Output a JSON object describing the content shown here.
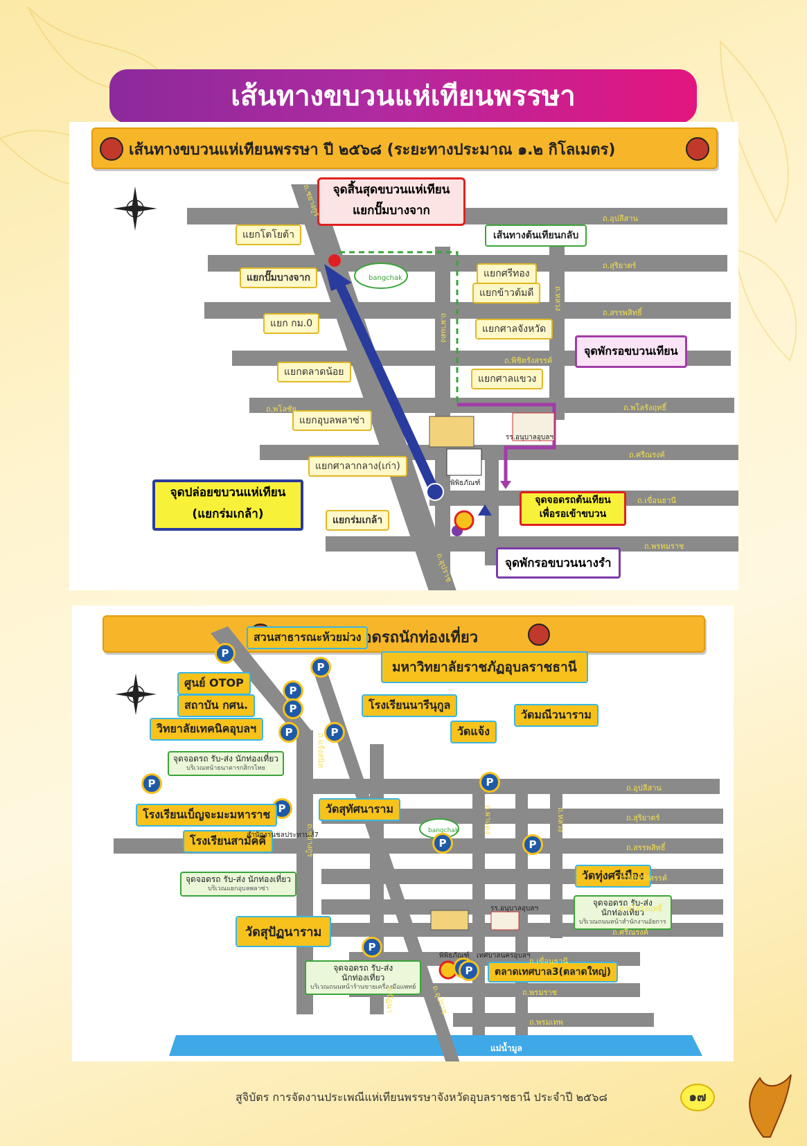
{
  "banner_title": "เส้นทางขบวนแห่เทียนพรรษา",
  "map1": {
    "title": "เส้นทางขบวนแห่เทียนพรรษา ปี ๒๕๖๘ (ระยะทางประมาณ ๑.๒ กิโลเมตร)",
    "end_point": {
      "line1": "จุดสิ้นสุดขบวนแห่เทียน",
      "line2": "แยกปั๊มบางจาก"
    },
    "return_route": "เส้นทางต้นเทียนกลับ",
    "rest_point": "จุดพักรอขบวนเทียน",
    "start_point": {
      "line1": "จุดปล่อยขบวนแห่เทียน",
      "line2": "(แยกร่มเกล้า)"
    },
    "parking_point": {
      "line1": "จุดจอดรถต้นเทียน",
      "line2": "เพื่อรอเข้าขบวน"
    },
    "dancer_rest": "จุดพักรอขบวนนางรำ",
    "junctions": [
      "แยกโตโยต้า",
      "แยกปั๊มบางจาก",
      "แยก กม.0",
      "แยกตลาดน้อย",
      "แยกอุบลพลาซ่า",
      "แยกศาลากลาง(เก่า)",
      "แยกร่มเกล้า",
      "แยกศรีทอง",
      "แยกข้าวต้มดี",
      "แยกศาลจังหวัด",
      "แยกศาลแขวง"
    ],
    "roads": [
      "ถ.อุปลีสาน",
      "ถ.สุริยาตร์",
      "ถ.สรรพสิทธิ์",
      "ถ.พิชิตรังสรรค์",
      "ถ.พโลรังฤทธิ์",
      "ถ.ศรีณรงค์",
      "ถ.เขื่อนธานี",
      "ถ.พรหมราช",
      "ถ.พโลชัย",
      "ถ.ชยางกูร",
      "ถ.ผาแดง",
      "ถ.หลวง",
      "ถ.อุปราช"
    ],
    "places": [
      "bangchak",
      "รร.อนุบาลอุบลฯ",
      "พิพิธภัณฑ์"
    ]
  },
  "map2": {
    "title": "จุดบริการจอดรถนักท่องเที่ยว",
    "parking_labels": [
      "สวนสาธารณะห้วยม่วง",
      "มหาวิทยาลัยราชภัฏอุบลราชธานี",
      "ศูนย์ OTOP",
      "สถาบัน กศน.",
      "วิทยาลัยเทคนิคอุบลฯ",
      "โรงเรียนนารีนุกูล",
      "วัดแจ้ง",
      "วัดมณีวนาราม",
      "โรงเรียนเบ็ญจะมะมหาราช",
      "วัดสุทัศนาราม",
      "โรงเรียนสามัคคี",
      "วัดทุ่งศรีเมือง",
      "วัดสุปัฏนาราม",
      "ตลาดเทศบาล3(ตลาดใหญ่)"
    ],
    "dropoff": [
      {
        "line1": "จุดจอดรถ รับ-ส่ง นักท่องเที่ยว",
        "sub": "บริเวณหน้าธนาคารกสิกรไทย"
      },
      {
        "line1": "จุดจอดรถ รับ-ส่ง นักท่องเที่ยว",
        "sub": "บริเวณแยกอุบลพลาซ่า"
      },
      {
        "line1": "จุดจอดรถ รับ-ส่ง",
        "line2": "นักท่องเที่ยว",
        "sub": "บริเวณถนนหน้าสำนักงานอัยการ"
      },
      {
        "line1": "จุดจอดรถ รับ-ส่ง",
        "line2": "นักท่องเที่ยว",
        "sub": "บริเวณถนนหน้าร้านขายเครื่องมือแพทย์"
      }
    ],
    "places": [
      "สำนักงานชลประทานที่7",
      "bangchak",
      "พิพิธภัณฑ์",
      "เทศบาลนครอุบลฯ",
      "รร.อนุบาลอุบลฯ"
    ],
    "roads": [
      "ถ.อุปลีสาน",
      "ถ.สุริยาตร์",
      "ถ.สรรพสิทธิ์",
      "ถ.พิชิตรังสรรค์",
      "ถ.พโลรังฤทธิ์",
      "ถ.ศรีณรงค์",
      "ถ.เขื่อนธานี",
      "ถ.พรมราช",
      "ถ.พรมเทพ",
      "ถ.แจ้งสนิท",
      "ถ.ชยางกูร",
      "ถ.ผาแดง",
      "ถ.หลวง",
      "ถ.อุปราช",
      "ถ.ปัฏนา"
    ],
    "river": "แม่น้ำมูล"
  },
  "footer": "สูจิบัตร การจัดงานประเพณีแห่เทียนพรรษาจังหวัดอุบลราชธานี ประจำปี ๒๕๖๘",
  "page_number": "๑๗",
  "colors": {
    "banner_start": "#8b2a9b",
    "banner_end": "#e4157f",
    "header": "#f7b52a",
    "route": "#2a3b9e",
    "road": "#8a8a8a"
  }
}
